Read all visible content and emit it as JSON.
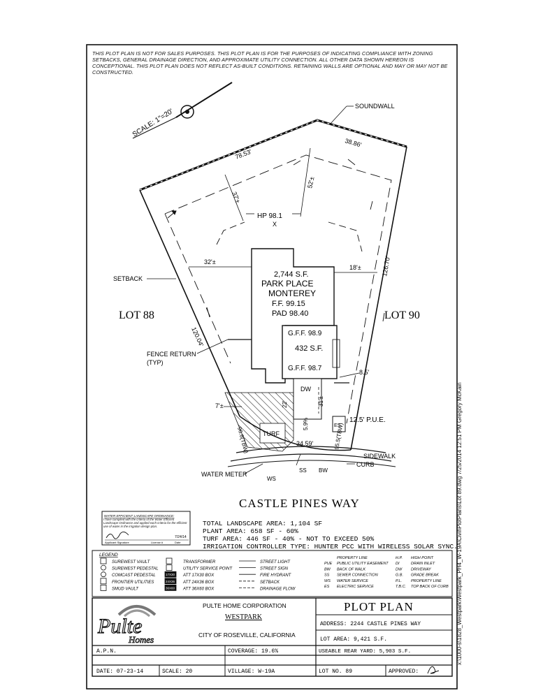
{
  "disclaimer": "THIS PLOT PLAN IS NOT FOR SALES PURPOSES. THIS PLOT PLAN IS FOR THE PURPOSES OF INDICATING COMPLIANCE WITH ZONING SETBACKS, GENERAL DRAINAGE DIRECTION, AND APPROXIMATE UTILITY CONNECTION. ALL OTHER DATA SHOWN HEREON IS CONCEPTIONAL. THIS PLOT PLAN DOES NOT REFLECT AS-BUILT CONDITIONS. RETAINING WALLS ARE OPTIONAL AND MAY OR MAY NOT BE CONSTRUCTED.",
  "side_note": "x:\\1000-s\\1828_Westpark\\Westpark_PH4_W-19A\\Civil\\PlotPlans\\Lot 89.dwg 7/25/2014 12:51 PM Gregory McKain",
  "plan": {
    "scale": "SCALE: 1\"=20'",
    "soundwall": "SOUNDWALL",
    "dim_top_left": "78.53'",
    "dim_top_right": "38.86'",
    "dim_37": "37'±",
    "dim_52": "52'±",
    "hp": "HP 98.1",
    "hp_x": "X",
    "setback": "SETBACK",
    "dim_32": "32'±",
    "dim_18": "18'±",
    "dim_right_side": "126.70'",
    "dim_left_side": "120.04'",
    "house_sf": "2,744 S.F.",
    "house_name1": "PARK PLACE",
    "house_name2": "MONTEREY",
    "ff": "F.F. 99.15",
    "pad": "PAD 98.40",
    "lot_left": "LOT 88",
    "lot_right": "LOT 90",
    "gff_top": "G.F.F. 98.9",
    "garage_sf": "432 S.F.",
    "gff_bottom": "G.F.F. 98.7",
    "fence_return": "FENCE RETURN",
    "fence_typ": "(TYP)",
    "dim_85": "8.5'",
    "dw": "DW",
    "dim_7": "7'±",
    "dim_22": "22'",
    "dim_31": "31'±",
    "dim_59": "5.9%",
    "pue": "12.5' P.U.E.",
    "turf": "TURF",
    "elev_left": "96.6(TBW)",
    "elev_right": "95.5(TBW)",
    "dim_front": "34.59'",
    "sidewalk": "SIDEWALK",
    "curb": "CURB",
    "water_meter": "WATER METER",
    "ws": "WS",
    "ss": "SS",
    "bw": "BW",
    "street": "CASTLE PINES WAY"
  },
  "ordinance": {
    "title": "WATER EFFICIENT LANDSCAPE ORDINANCE:",
    "body": "I have complied with the criteria of the Water Efficient Landscape Ordinance and applied each criteria for the efficient use of water in the irrigation design plan.",
    "sig_label": "Applicant Signature",
    "license": "License #",
    "date_label": "Date",
    "date": "7/24/14"
  },
  "landscape": {
    "line1": "TOTAL LANDSCAPE AREA: 1,104 SF",
    "line2": "PLANT AREA: 658 SF - 60%",
    "line3": "TURF AREA: 446 SF - 40% - NOT TO EXCEED 50%",
    "line4": "IRRIGATION CONTROLLER TYPE: HUNTER PCC WITH WIRELESS SOLAR SYNC."
  },
  "legend": {
    "title": "LEGEND",
    "col1": [
      "SUREWEST VAULT",
      "SUREWEST PEDESTAL",
      "COMCAST PEDESTAL",
      "FRONTIER UTILITIES",
      "SMUD VAULT"
    ],
    "col2": [
      "TRANSFORMER",
      "UTILITY SERVICE POINT",
      "ATT 17X30 BOX",
      "ATT 24X36 BOX",
      "ATT 36X60 BOX"
    ],
    "col2_codes": [
      "",
      "U",
      "17X30",
      "24X36",
      "36X60"
    ],
    "col3": [
      "STREET LIGHT",
      "STREET SIGN",
      "FIRE HYDRANT",
      "SETBACK",
      "DRAINAGE FLOW"
    ],
    "col4_codes": [
      "",
      "PUE",
      "BW",
      "SS",
      "WS",
      "ES"
    ],
    "col4": [
      "PROPERTY LINE",
      "PUBLIC UTILITY EASEMENT",
      "BACK OF WALK",
      "SEWER CONNECTION",
      "WATER SERVICE",
      "ELECTRIC SERVICE"
    ],
    "col5_codes": [
      "H.P.",
      "DI",
      "DW",
      "G.B.",
      "P.L.",
      "T.B.C."
    ],
    "col5": [
      "HIGH POINT",
      "DRAIN INLET",
      "DRIVEWAY",
      "GRADE BREAK",
      "PROPERTY LINE",
      "TOP BACK OF CURB"
    ]
  },
  "title_block": {
    "logo_main": "Pulte",
    "logo_sub": "Homes",
    "company": "PULTE HOME CORPORATION",
    "project": "WESTPARK",
    "city": "CITY OF ROSEVILLE, CALIFORNIA",
    "plan_title": "PLOT PLAN",
    "address": "ADDRESS: 2244 CASTLE PINES WAY",
    "lot_area": "LOT AREA: 9,421 S.F.",
    "apn": "A.P.N.",
    "coverage": "COVERAGE: 19.6%",
    "usable": "USEABLE REAR YARD: 5,903 S.F.",
    "date": "DATE: 07-23-14",
    "scale": "SCALE: 20",
    "village": "VILLAGE: W-19A",
    "lot_no": "LOT NO. 89",
    "approved": "APPROVED:"
  }
}
